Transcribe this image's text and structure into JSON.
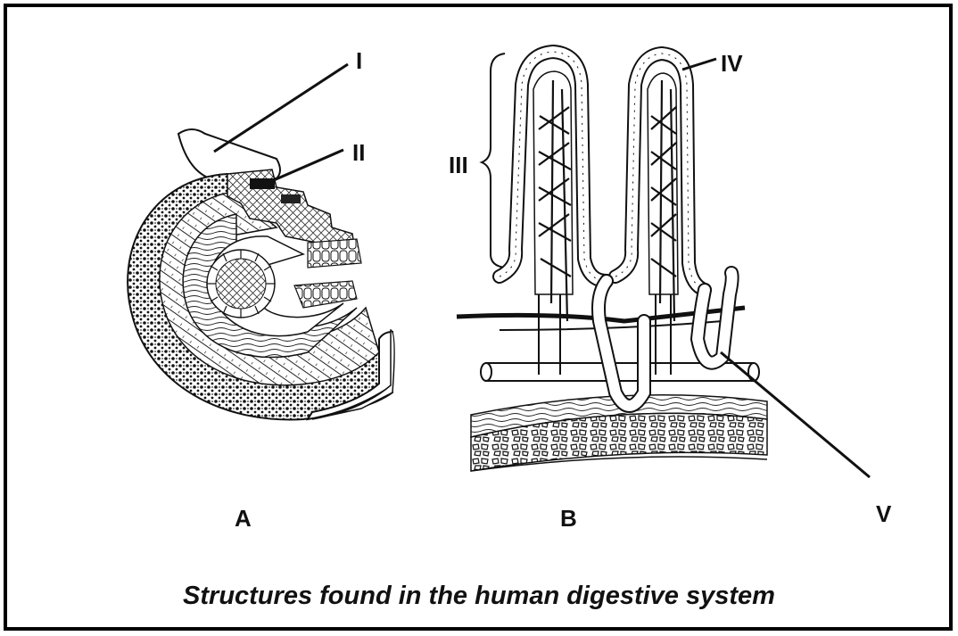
{
  "caption": "Structures found in the human digestive system",
  "diagrams": {
    "A": {
      "label": "A"
    },
    "B": {
      "label": "B"
    }
  },
  "labels": {
    "I": "I",
    "II": "II",
    "III": "III",
    "IV": "IV",
    "V": "V"
  },
  "style": {
    "ink": "#111111",
    "border": "#000000"
  }
}
